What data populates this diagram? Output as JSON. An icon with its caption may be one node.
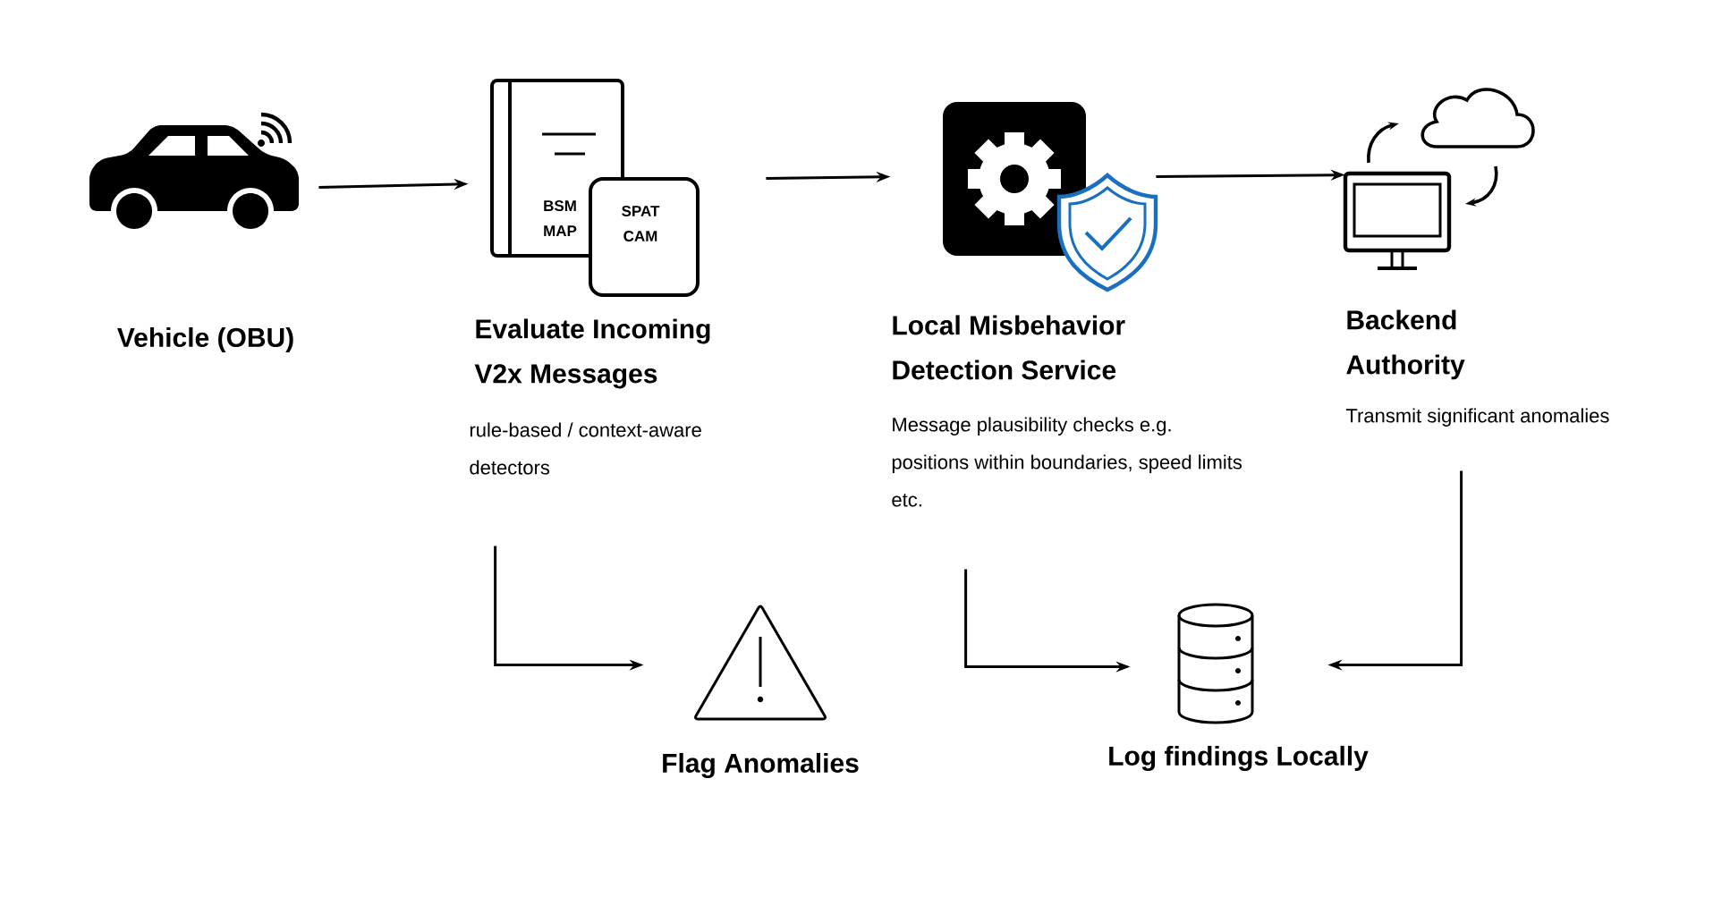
{
  "diagram": {
    "nodes": [
      {
        "text": [
          "Vehicle (OBU)"
        ]
      },
      {
        "text": [
          "BSM MAP",
          "SPAT CAM",
          "Evaluate Incoming V2x Messages",
          "rule-based / context-aware detectors"
        ]
      },
      {
        "text": [
          "Local Misbehavior Detection Service",
          "Message plausibility checks e.g. positions within boundaries, speed limits etc."
        ]
      },
      {
        "text": [
          "Backend Authority",
          "Transmit significant anomalies"
        ]
      },
      {
        "text": [
          "Flag Anomalies"
        ]
      },
      {
        "text": [
          "Log findings Locally"
        ]
      }
    ],
    "edges": [
      {
        "from": 0,
        "to": 1,
        "arrow": "to"
      },
      {
        "from": 1,
        "to": 2,
        "arrow": "to"
      },
      {
        "from": 2,
        "to": 3,
        "arrow": "to"
      },
      {
        "from": 1,
        "to": 4,
        "arrow": "to"
      },
      {
        "from": 2,
        "to": 5,
        "arrow": "to"
      },
      {
        "from": 3,
        "to": 5,
        "arrow": "to"
      }
    ]
  }
}
